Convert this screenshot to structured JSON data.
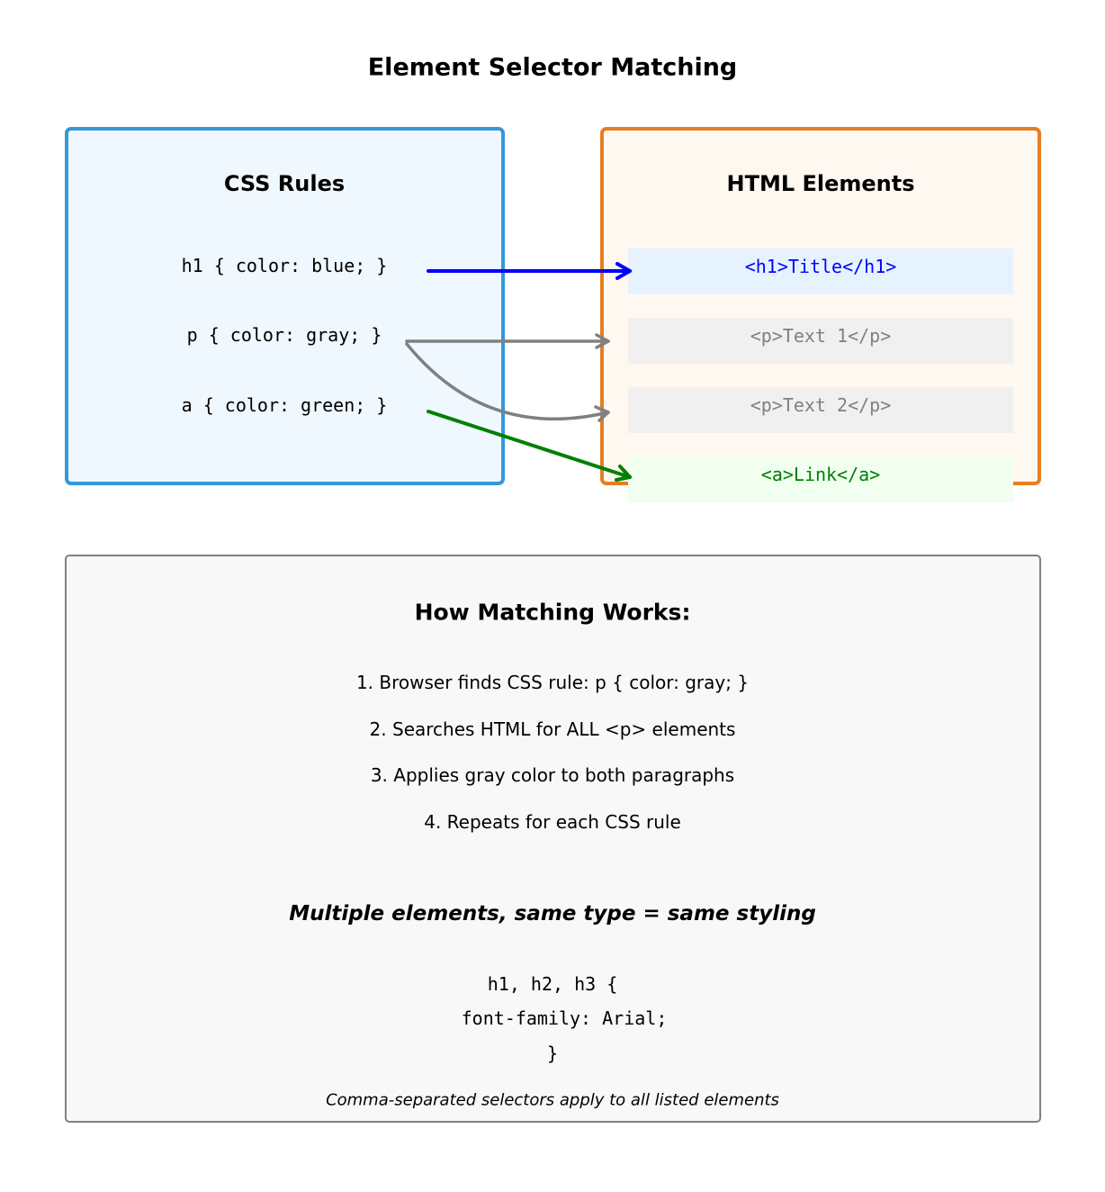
{
  "title": "Element Selector Matching",
  "css_panel": {
    "title": "CSS Rules",
    "rules": [
      "h1 { color: blue; }",
      "p { color: gray; }",
      "a { color: green; }"
    ]
  },
  "html_panel": {
    "title": "HTML Elements",
    "elements": [
      "<h1>Title</h1>",
      "<p>Text 1</p>",
      "<p>Text 2</p>",
      "<a>Link</a>"
    ]
  },
  "colors": {
    "blue": "#0000ff",
    "gray": "#808080",
    "green": "#008000",
    "css_border": "#3498db",
    "html_border": "#e67e22"
  },
  "explanation": {
    "heading": "How Matching Works:",
    "steps": [
      "1. Browser finds CSS rule: p { color: gray; }",
      "2. Searches HTML for ALL <p> elements",
      "3. Applies gray color to both paragraphs",
      "4. Repeats for each CSS rule"
    ],
    "emphasis": "Multiple elements, same type = same styling",
    "code": [
      "h1, h2, h3 {",
      "font-family: Arial;",
      "}"
    ],
    "caption": "Comma-separated selectors apply to all listed elements"
  }
}
